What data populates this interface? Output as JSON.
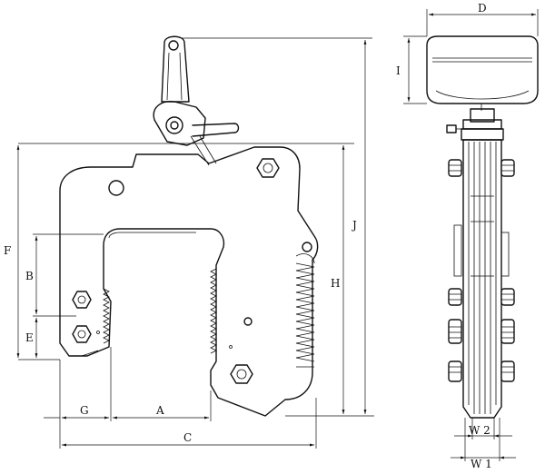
{
  "labels": {
    "A": "A",
    "B": "B",
    "C": "C",
    "D": "D",
    "E": "E",
    "F": "F",
    "G": "G",
    "H": "H",
    "I": "I",
    "J": "J",
    "W1": "W 1",
    "W2": "W 2"
  }
}
